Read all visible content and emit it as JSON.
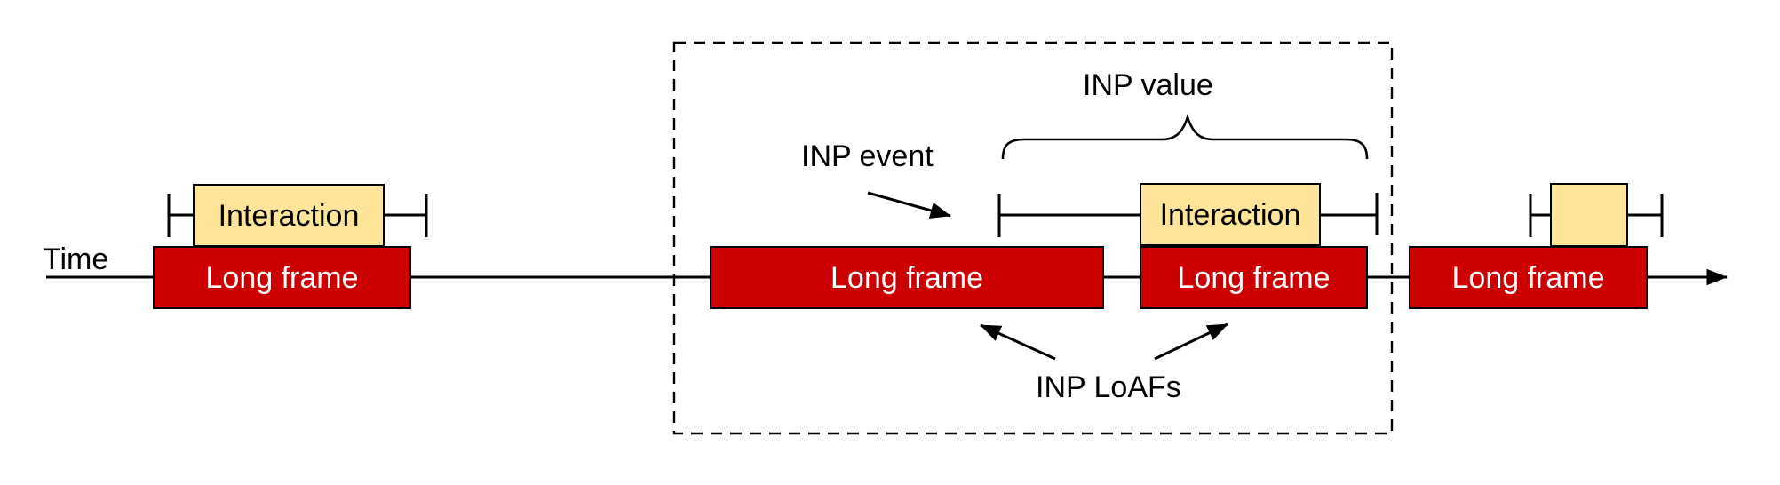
{
  "colors": {
    "long_frame_fill": "#cc0000",
    "long_frame_text": "#ffffff",
    "interaction_fill": "#ffe599",
    "annotation_text": "#000000",
    "stroke": "#000000"
  },
  "timeline": {
    "label": "Time"
  },
  "annotations": {
    "inp_event": "INP event",
    "inp_value": "INP value",
    "inp_loafs": "INP LoAFs"
  },
  "long_frames": [
    {
      "label": "Long frame"
    },
    {
      "label": "Long frame"
    },
    {
      "label": "Long frame"
    },
    {
      "label": "Long frame"
    }
  ],
  "interactions": [
    {
      "label": "Interaction"
    },
    {
      "label": "Interaction"
    },
    {
      "label": ""
    }
  ]
}
